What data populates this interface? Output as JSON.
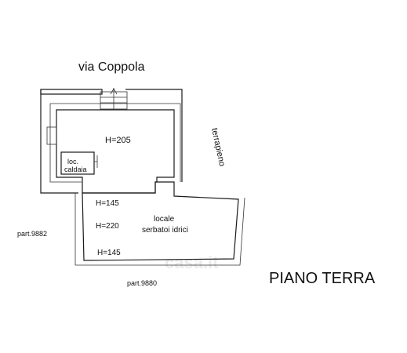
{
  "street_label": "via Coppola",
  "terrace_label": "terrapieno",
  "rooms": {
    "main": {
      "height_label": "H=205"
    },
    "boiler": {
      "line1": "loc.",
      "line2": "caldaia"
    },
    "tank": {
      "height_left_top": "H=145",
      "height_left_mid": "H=220",
      "height_left_bottom": "H=145",
      "name_line1": "locale",
      "name_line2": "serbatoi idrici"
    }
  },
  "parcels": {
    "west": "part.9882",
    "south": "part.9880"
  },
  "floor_title": "PIANO TERRA",
  "watermark": "casa.it"
}
